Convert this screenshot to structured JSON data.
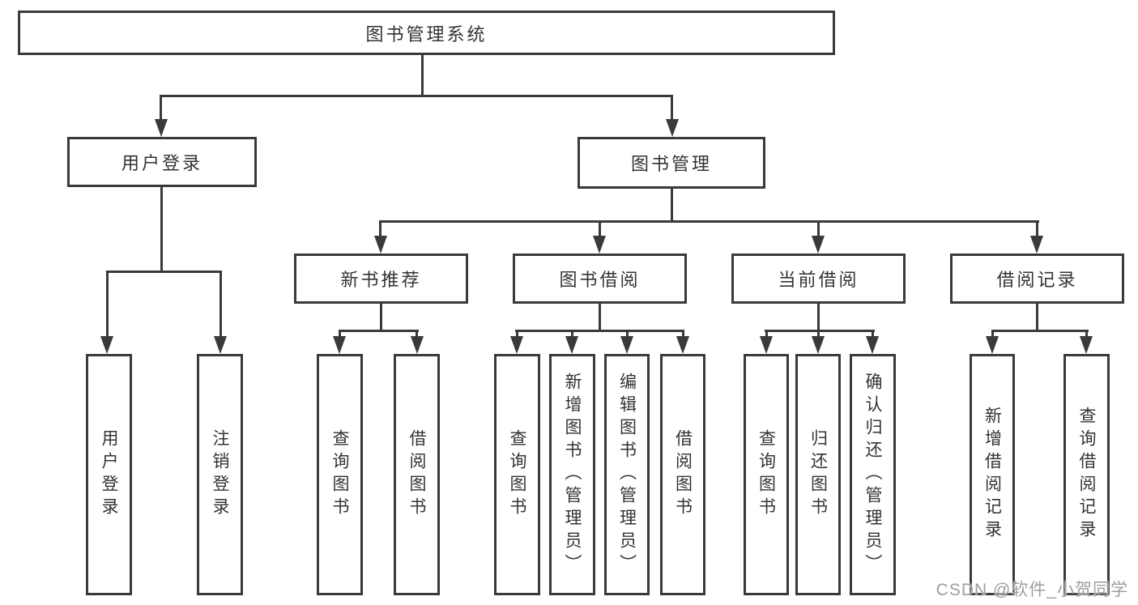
{
  "diagram": {
    "tree": {
      "root": {
        "label": "图书管理系统",
        "children": [
          {
            "label": "用户登录",
            "children": [
              {
                "label": "用户登录"
              },
              {
                "label": "注销登录"
              }
            ]
          },
          {
            "label": "图书管理",
            "children": [
              {
                "label": "新书推荐",
                "children": [
                  {
                    "label": "查询图书"
                  },
                  {
                    "label": "借阅图书"
                  }
                ]
              },
              {
                "label": "图书借阅",
                "children": [
                  {
                    "label": "查询图书"
                  },
                  {
                    "label": "新增图书（管理员）"
                  },
                  {
                    "label": "编辑图书（管理员）"
                  },
                  {
                    "label": "借阅图书"
                  }
                ]
              },
              {
                "label": "当前借阅",
                "children": [
                  {
                    "label": "查询图书"
                  },
                  {
                    "label": "归还图书"
                  },
                  {
                    "label": "确认归还（管理员）"
                  }
                ]
              },
              {
                "label": "借阅记录",
                "children": [
                  {
                    "label": "新增借阅记录"
                  },
                  {
                    "label": "查询借阅记录"
                  }
                ]
              }
            ]
          }
        ]
      }
    }
  },
  "watermark": {
    "text": "CSDN @软件_小贺同学"
  },
  "colors": {
    "line": "#3a3a3a",
    "text": "#333333",
    "background": "#ffffff",
    "watermark": "#9e9e9e"
  }
}
